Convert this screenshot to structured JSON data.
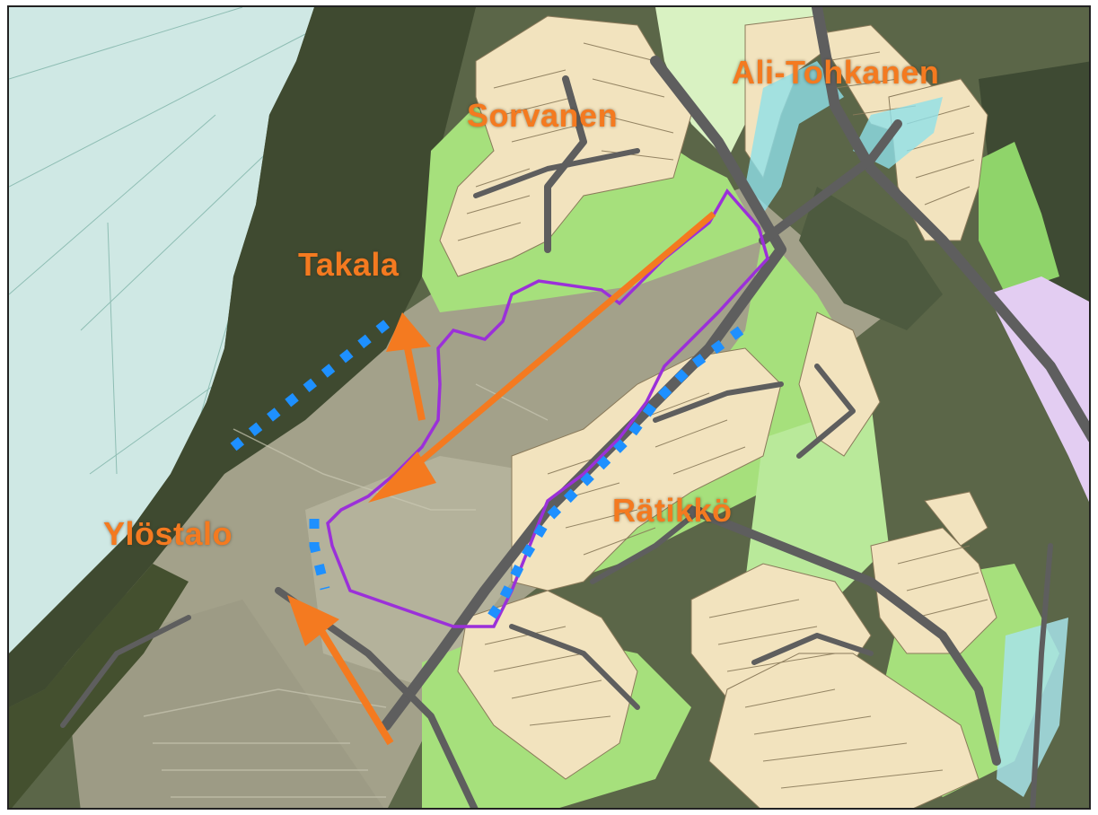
{
  "map": {
    "place_names": {
      "ali_tohkanen": "Ali-Tohkanen",
      "sorvanen": "Sorvanen",
      "takala": "Takala",
      "ylostalo": "Ylöstalo",
      "ratikko": "Rätikkö"
    },
    "colors": {
      "label": "#f47a20",
      "arrow": "#f47a20",
      "boundary": "#9b30d9",
      "dotted_line": "#1e90ff",
      "water": "#cfe8e4",
      "forest": "#4a5a3c",
      "field": "#a9a891",
      "residential_plot": "#f2e3be",
      "green_area": "#a6e07c",
      "road": "#5e5e5e",
      "industrial": "#e3cdf2",
      "canal": "#8fe0e8"
    },
    "icons": {
      "arrow_north": "arrow-icon",
      "arrow_southwest": "arrow-icon",
      "arrow_northwest": "arrow-icon"
    }
  }
}
